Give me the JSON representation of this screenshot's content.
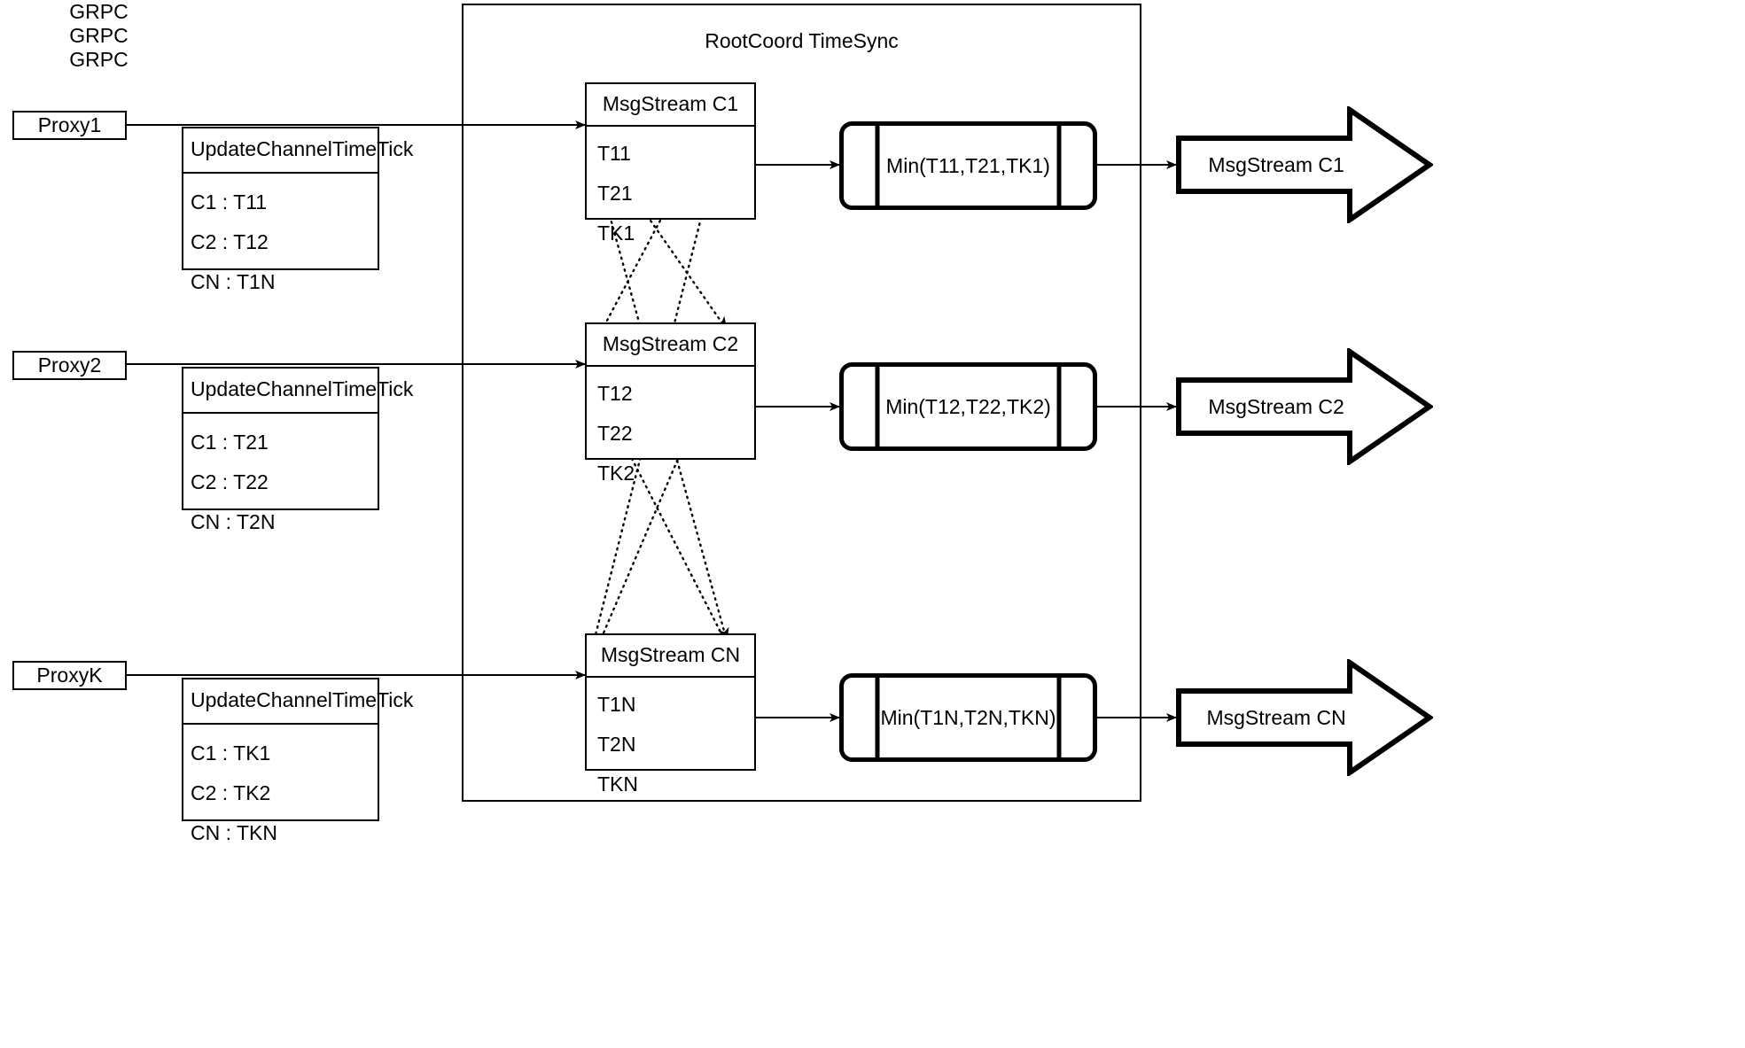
{
  "diagram": {
    "title": "RootCoord TimeSync",
    "container_label": "RootCoord TimeSync"
  },
  "proxies": [
    {
      "name": "Proxy1",
      "link_label": "GRPC",
      "request": {
        "header": "UpdateChannelTimeTick",
        "rows": [
          "C1 :  T11",
          "C2 :  T12",
          "CN : T1N"
        ]
      }
    },
    {
      "name": "Proxy2",
      "link_label": "GRPC",
      "request": {
        "header": "UpdateChannelTimeTick",
        "rows": [
          "C1 :  T21",
          "C2 :  T22",
          "CN : T2N"
        ]
      }
    },
    {
      "name": "ProxyK",
      "link_label": "GRPC",
      "request": {
        "header": "UpdateChannelTimeTick",
        "rows": [
          "C1 :  TK1",
          "C2 :  TK2",
          "CN : TKN"
        ]
      }
    }
  ],
  "channels": [
    {
      "stream": {
        "header": "MsgStream C1",
        "rows": [
          "T11",
          "T21",
          "TK1"
        ]
      },
      "process": {
        "label": "Min(T11,T21,TK1)"
      },
      "output": {
        "label": "MsgStream C1"
      }
    },
    {
      "stream": {
        "header": "MsgStream C2",
        "rows": [
          "T12",
          "T22",
          "TK2"
        ]
      },
      "process": {
        "label": "Min(T12,T22,TK2)"
      },
      "output": {
        "label": "MsgStream C2"
      }
    },
    {
      "stream": {
        "header": "MsgStream CN",
        "rows": [
          "T1N",
          "T2N",
          "TKN"
        ]
      },
      "process": {
        "label": "Min(T1N,T2N,TKN)"
      },
      "output": {
        "label": "MsgStream CN"
      }
    }
  ],
  "colors": {
    "stroke": "#000000",
    "background": "#ffffff"
  }
}
